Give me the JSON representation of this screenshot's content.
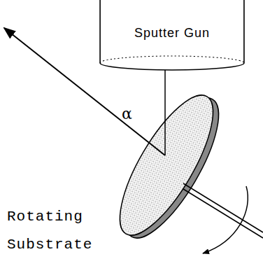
{
  "diagram": {
    "nodes": [
      {
        "text": [
          "Sputter Gun"
        ]
      }
    ],
    "labels": [
      "α",
      "Rotating Substrate"
    ]
  }
}
